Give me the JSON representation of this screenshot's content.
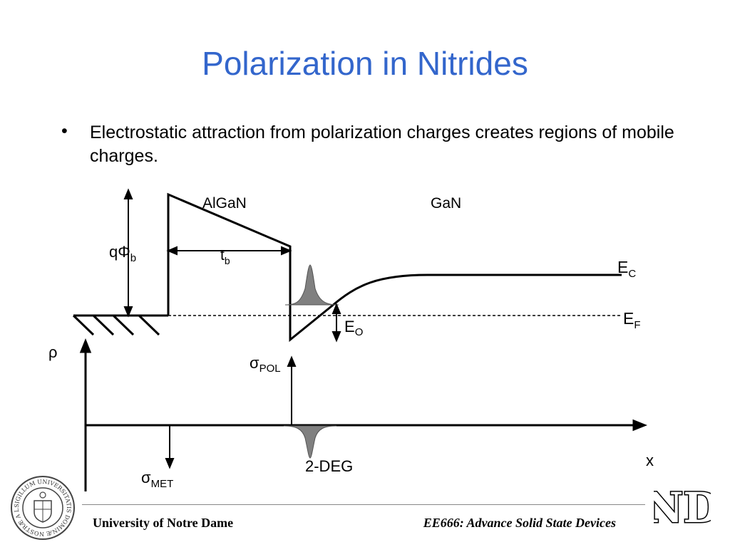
{
  "slide": {
    "title": "Polarization in Nitrides",
    "bullet": "Electrostatic attraction from polarization charges creates regions of mobile charges."
  },
  "diagram": {
    "labels": {
      "algan": "AlGaN",
      "gan": "GaN",
      "q_phi": "qΦ",
      "q_phi_sub": "b",
      "t": "t",
      "t_sub": "b",
      "ec": "E",
      "ec_sub": "C",
      "ef": "E",
      "ef_sub": "F",
      "eo": "E",
      "eo_sub": "O",
      "rho": "ρ",
      "sigma_pol": "σ",
      "sigma_pol_sub": "POL",
      "sigma_met": "σ",
      "sigma_met_sub": "MET",
      "deg": "2-DEG",
      "x_axis": "x"
    }
  },
  "footer": {
    "left": "University of Notre Dame",
    "right": "EE666: Advance Solid State Devices",
    "seal_text": "SIGILLUM UNIVERSITATIS DOMINÆ NOSTRÆ A LACU",
    "logo_text": "ND"
  }
}
